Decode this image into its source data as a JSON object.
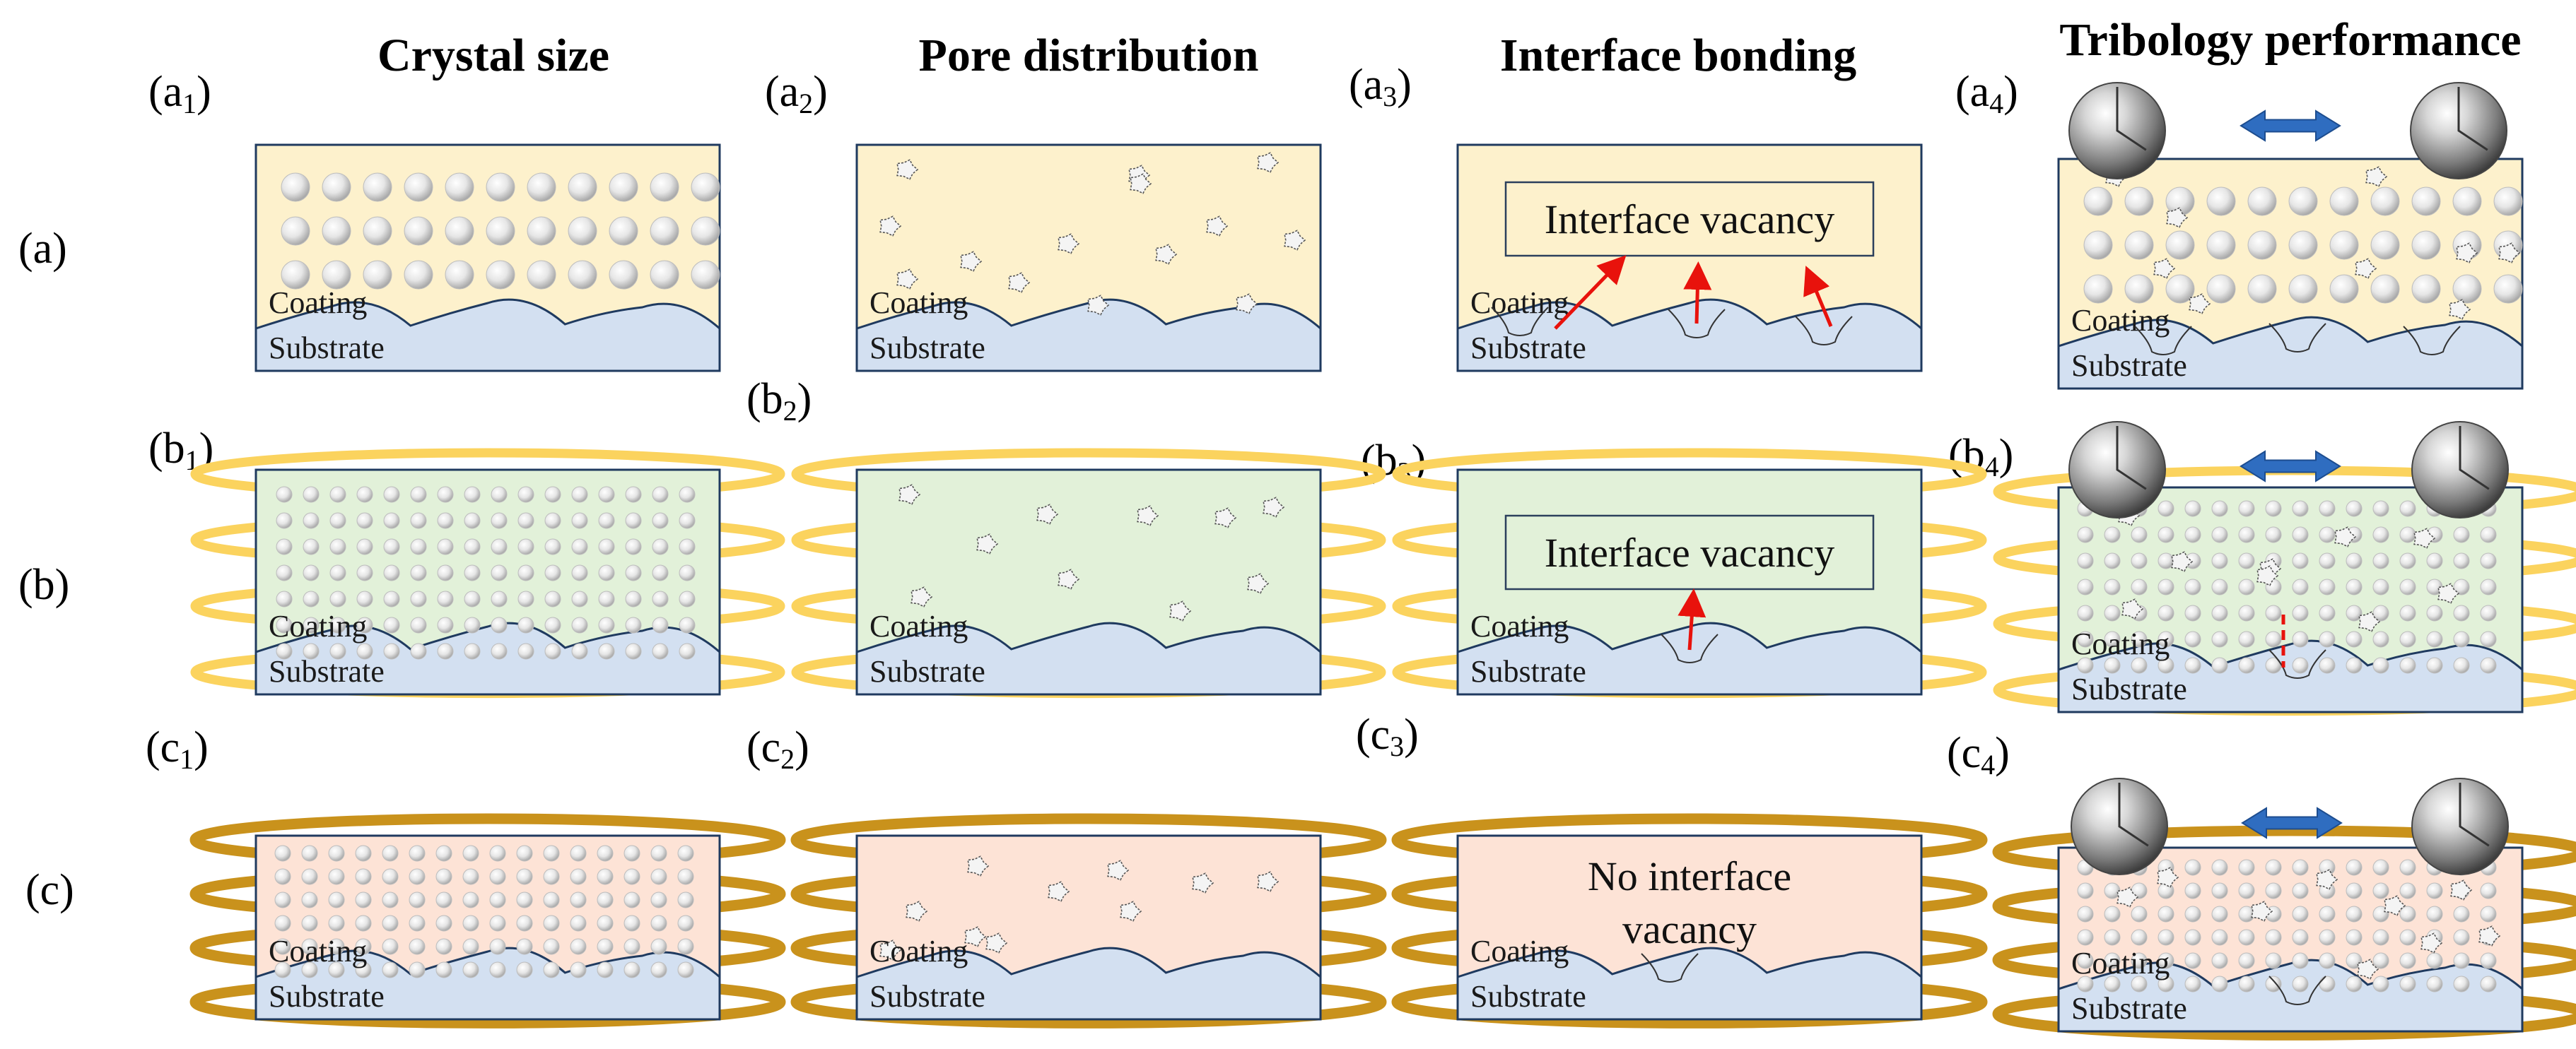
{
  "headers": {
    "col1": "Crystal size",
    "col2": "Pore distribution",
    "col3": "Interface bonding",
    "col4": "Tribology performance"
  },
  "rows": {
    "a": "(a)",
    "b": "(b)",
    "c": "(c)"
  },
  "tags": {
    "a1": {
      "letter": "a",
      "num": "1"
    },
    "a2": {
      "letter": "a",
      "num": "2"
    },
    "a3": {
      "letter": "a",
      "num": "3"
    },
    "a4": {
      "letter": "a",
      "num": "4"
    },
    "b1": {
      "letter": "b",
      "num": "1"
    },
    "b2": {
      "letter": "b",
      "num": "2"
    },
    "b3": {
      "letter": "b",
      "num": "3"
    },
    "b4": {
      "letter": "b",
      "num": "4"
    },
    "c1": {
      "letter": "c",
      "num": "1"
    },
    "c2": {
      "letter": "c",
      "num": "2"
    },
    "c3": {
      "letter": "c",
      "num": "3"
    },
    "c4": {
      "letter": "c",
      "num": "4"
    }
  },
  "labels": {
    "coating": "Coating",
    "substrate": "Substrate"
  },
  "callouts": {
    "a3": "Interface vacancy",
    "b3": "Interface vacancy",
    "c3_line1": "No interface",
    "c3_line2": "vacancy"
  },
  "colors": {
    "coating_a": "#fdf1cc",
    "coating_b": "#e2f1d9",
    "coating_c": "#fde3d6",
    "substrate": "#d3e0f1",
    "outline": "#1f3a5f",
    "coil_b": "#fbd35e",
    "coil_c": "#c9921c",
    "arrow_red": "#e8120c",
    "arrow_blue": "#2f6dc0"
  }
}
